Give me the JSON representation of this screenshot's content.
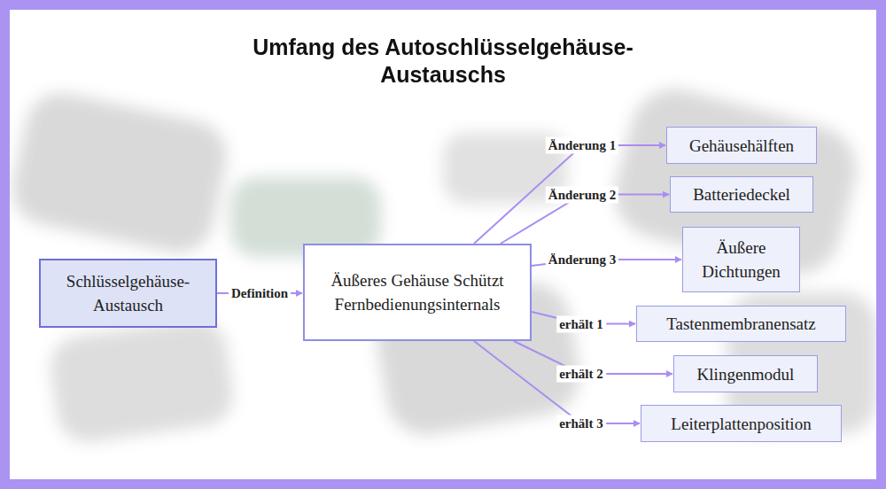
{
  "diagram": {
    "title": "Umfang des Autoschlüsselgehäuse-Austauschs",
    "nodes": [
      {
        "text": [
          "Schlüsselgehäuse-Austausch"
        ]
      },
      {
        "text": [
          "Äußeres Gehäuse Schützt Fernbedienungsinternals"
        ]
      },
      {
        "text": [
          "Gehäusehälften"
        ]
      },
      {
        "text": [
          "Batteriedeckel"
        ]
      },
      {
        "text": [
          "Äußere Dichtungen"
        ]
      },
      {
        "text": [
          "Tastenmembranensatz"
        ]
      },
      {
        "text": [
          "Klingenmodul"
        ]
      },
      {
        "text": [
          "Leiterplattenposition"
        ]
      }
    ],
    "edges": [
      {
        "from": 0,
        "to": 1,
        "label": "Definition",
        "arrow": "to"
      },
      {
        "from": 1,
        "to": 2,
        "label": "Änderung 1",
        "arrow": "to"
      },
      {
        "from": 1,
        "to": 3,
        "label": "Änderung 2",
        "arrow": "to"
      },
      {
        "from": 1,
        "to": 4,
        "label": "Änderung 3",
        "arrow": "to"
      },
      {
        "from": 1,
        "to": 5,
        "label": "erhält 1",
        "arrow": "to"
      },
      {
        "from": 1,
        "to": 6,
        "label": "erhält 2",
        "arrow": "to"
      },
      {
        "from": 1,
        "to": 7,
        "label": "erhält 3",
        "arrow": "to"
      }
    ]
  }
}
